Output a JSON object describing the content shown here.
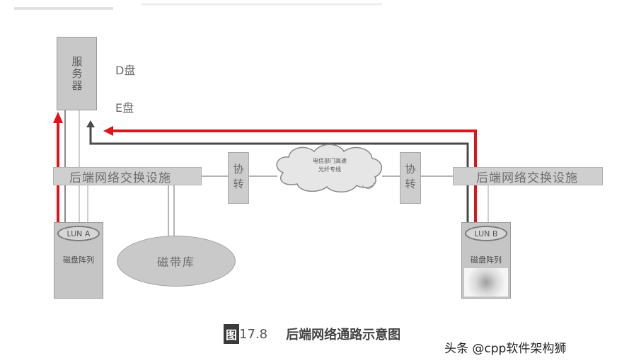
{
  "server": {
    "label": "服务器"
  },
  "disks": {
    "d": "D盘",
    "e": "E盘"
  },
  "switches": {
    "left": "后端网络交换设施",
    "right": "后端网络交换设施"
  },
  "protocol_converters": {
    "left": "协转",
    "right": "协转"
  },
  "cloud": {
    "line1": "电信部门高速",
    "line2": "光纤专线"
  },
  "arrays": {
    "a": {
      "lun": "LUN A",
      "label": "磁盘阵列"
    },
    "b": {
      "lun": "LUN B",
      "label": "磁盘阵列"
    }
  },
  "tape_library": "磁带库",
  "caption": {
    "badge": "图",
    "number": "17.8",
    "title": "后端网络通路示意图"
  },
  "watermark": "头条 @cpp软件架构狮",
  "colors": {
    "path_red": "#e0141c",
    "path_dark": "#4a4a4a",
    "box_gray": "#c8c8c8"
  }
}
